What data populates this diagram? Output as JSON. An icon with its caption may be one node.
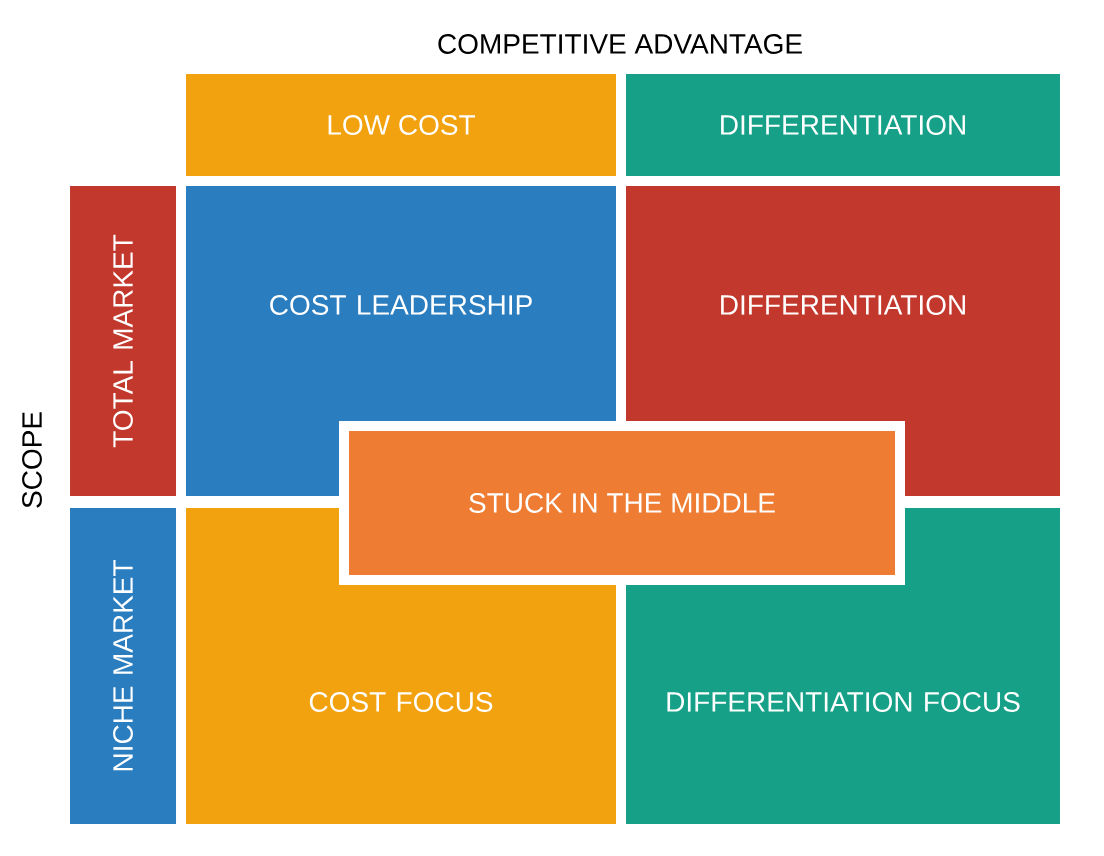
{
  "diagram": {
    "nodes": [
      {
        "text": [
          "LOW COST"
        ]
      },
      {
        "text": [
          "DIFFERENTIATION"
        ]
      },
      {
        "text": [
          "TOTAL MARKET"
        ]
      },
      {
        "text": [
          "COST LEADERSHIP"
        ]
      },
      {
        "text": [
          "DIFFERENTIATION"
        ]
      },
      {
        "text": [
          "NICHE MARKET"
        ]
      },
      {
        "text": [
          "COST FOCUS"
        ]
      },
      {
        "text": [
          "DIFFERENTIATION FOCUS"
        ]
      },
      {
        "text": [
          "STUCK IN THE MIDDLE"
        ]
      }
    ],
    "labels": [
      "COMPETITIVE ADVANTAGE",
      "SCOPE"
    ]
  }
}
